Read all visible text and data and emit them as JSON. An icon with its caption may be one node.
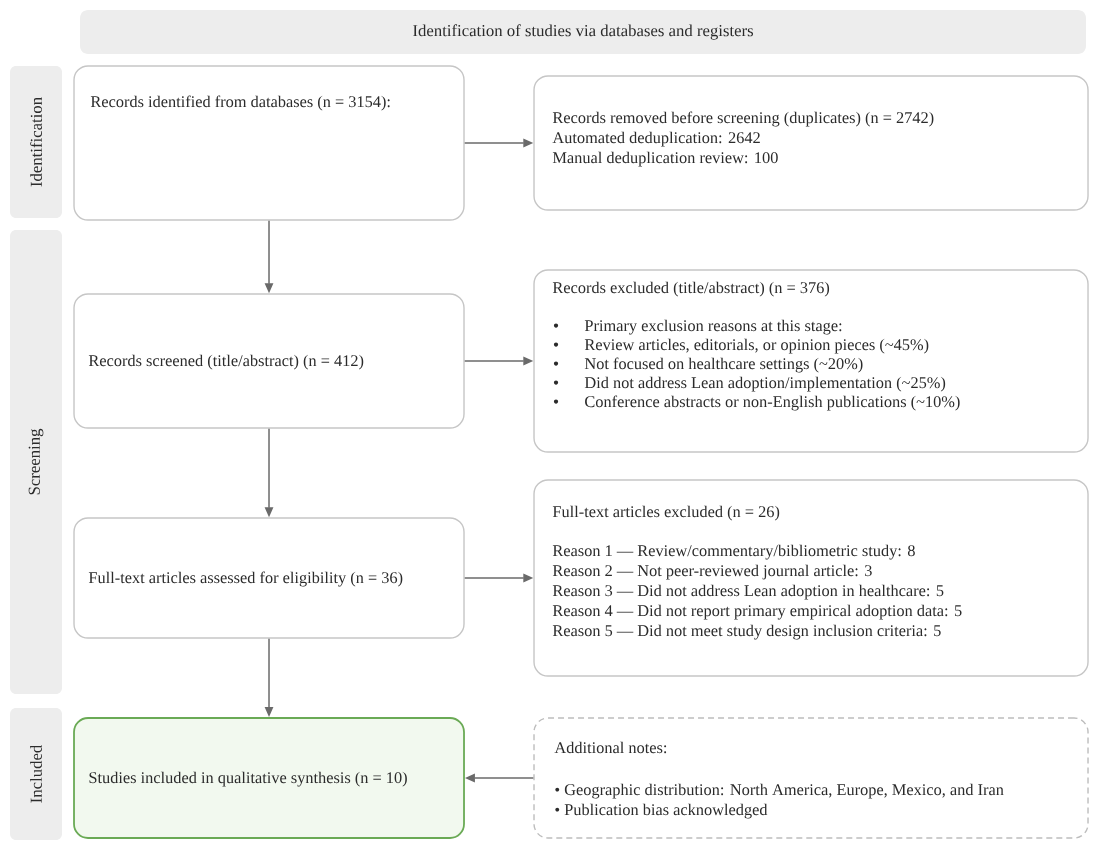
{
  "diagram": {
    "nodes": [
      {
        "text": [
          "Identification of studies via databases and registers"
        ]
      },
      {
        "text": [
          "Identification"
        ]
      },
      {
        "text": [
          "Records identified from databases (n = 3154):"
        ]
      },
      {
        "text": [
          "Records removed before screening (duplicates) (n = 2742)",
          "Automated deduplication: 2642",
          "Manual deduplication review: 100"
        ]
      },
      {
        "text": [
          "Screening"
        ]
      },
      {
        "text": [
          "Records screened (title/abstract) (n = 412)"
        ]
      },
      {
        "text": [
          "Records excluded (title/abstract) (n = 376)",
          "Primary exclusion reasons at this stage:",
          "Review articles, editorials, or opinion pieces (~45%)",
          "Not focused on healthcare settings (~20%)",
          "Did not address Lean adoption/implementation (~25%)",
          "Conference abstracts or non-English publications (~10%)"
        ]
      },
      {
        "text": [
          "Full-text articles assessed for eligibility (n = 36)"
        ]
      },
      {
        "text": [
          "Full-text articles excluded (n = 26)",
          "Reason 1 — Review/commentary/bibliometric study: 8",
          "Reason 2 — Not peer-reviewed journal article: 3",
          "Reason 3 — Did not address Lean adoption in healthcare: 5",
          "Reason 4 — Did not report primary empirical adoption data: 5",
          "Reason 5 — Did not meet study design inclusion criteria: 5"
        ]
      },
      {
        "text": [
          "Included"
        ]
      },
      {
        "text": [
          "Studies included in qualitative synthesis (n = 10)"
        ]
      },
      {
        "text": [
          "Additional notes:",
          "• Geographic distribution: North America, Europe, Mexico, and Iran",
          "• Publication bias acknowledged"
        ]
      }
    ],
    "edges": [
      {
        "from": 2,
        "to": 3,
        "arrow": "to"
      },
      {
        "from": 2,
        "to": 5,
        "arrow": "to"
      },
      {
        "from": 5,
        "to": 6,
        "arrow": "to"
      },
      {
        "from": 5,
        "to": 7,
        "arrow": "to"
      },
      {
        "from": 7,
        "to": 8,
        "arrow": "to"
      },
      {
        "from": 7,
        "to": 10,
        "arrow": "to"
      },
      {
        "from": 11,
        "to": 10,
        "arrow": "to"
      }
    ]
  }
}
